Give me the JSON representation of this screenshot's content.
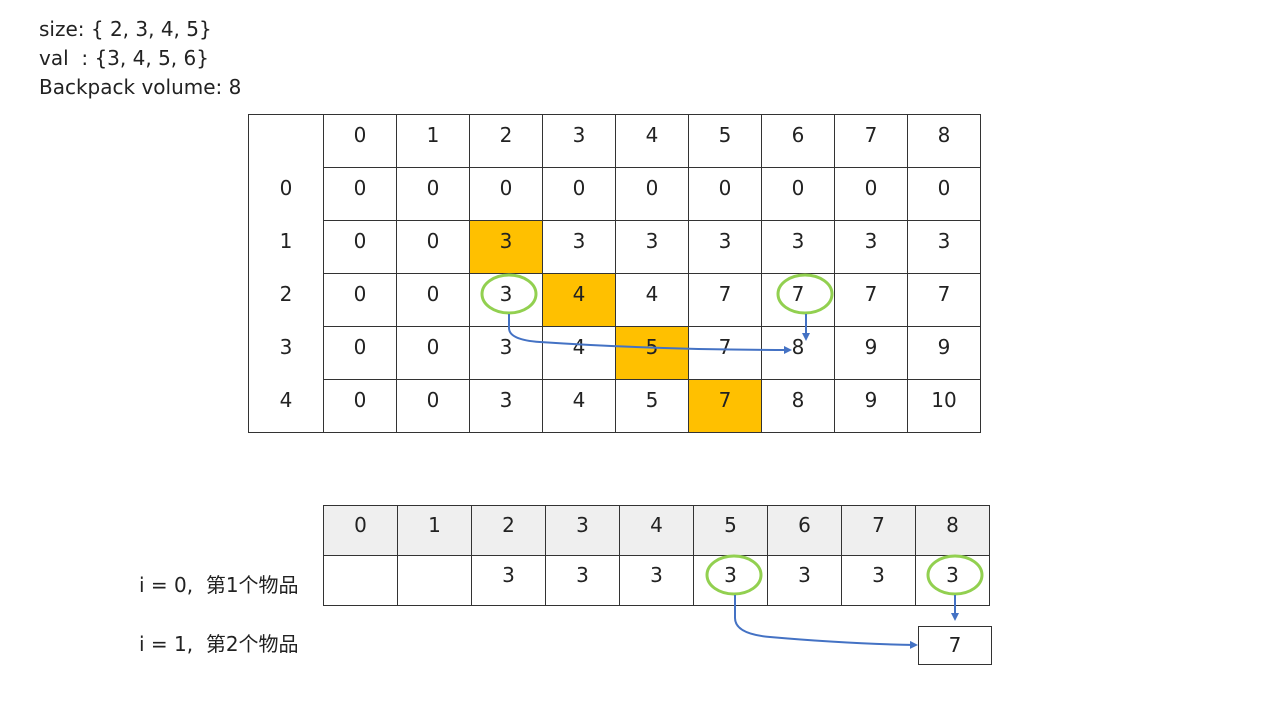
{
  "info": {
    "size_line": "size: { 2, 3, 4, 5}",
    "val_line": "val  : {3, 4, 5, 6}",
    "volume_line": "Backpack volume: 8"
  },
  "main_table": {
    "col_headers": [
      "0",
      "1",
      "2",
      "3",
      "4",
      "5",
      "6",
      "7",
      "8"
    ],
    "rows": [
      {
        "label": "0",
        "cells": [
          "0",
          "0",
          "0",
          "0",
          "0",
          "0",
          "0",
          "0",
          "0"
        ]
      },
      {
        "label": "1",
        "cells": [
          "0",
          "0",
          "3",
          "3",
          "3",
          "3",
          "3",
          "3",
          "3"
        ]
      },
      {
        "label": "2",
        "cells": [
          "0",
          "0",
          "3",
          "4",
          "4",
          "7",
          "7",
          "7",
          "7"
        ]
      },
      {
        "label": "3",
        "cells": [
          "0",
          "0",
          "3",
          "4",
          "5",
          "7",
          "8",
          "9",
          "9"
        ]
      },
      {
        "label": "4",
        "cells": [
          "0",
          "0",
          "3",
          "4",
          "5",
          "7",
          "8",
          "9",
          "10"
        ]
      }
    ],
    "highlight_color": "#ffc000",
    "circle_color": "#92d050",
    "arrow_color": "#4472c4"
  },
  "rolling_table": {
    "col_headers": [
      "0",
      "1",
      "2",
      "3",
      "4",
      "5",
      "6",
      "7",
      "8"
    ],
    "row_cells": [
      "",
      "",
      "3",
      "3",
      "3",
      "3",
      "3",
      "3",
      "3"
    ],
    "row_label": "i = 0,  第1个物品",
    "next_label": "i = 1,  第2个物品",
    "next_value": "7"
  }
}
